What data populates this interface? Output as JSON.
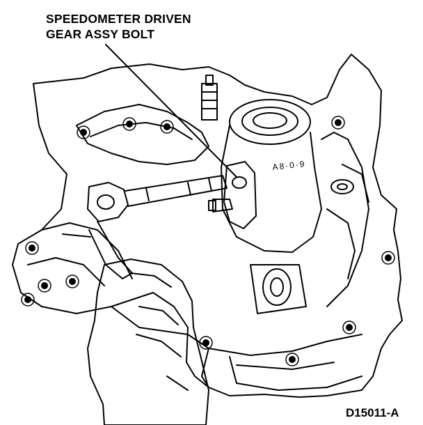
{
  "callout": {
    "line1": "SPEEDOMETER DRIVEN",
    "line2": "GEAR ASSY BOLT"
  },
  "figure_id": "D15011-A",
  "case_marking": "A8·0·9",
  "colors": {
    "ink": "#000000",
    "paper": "#ffffff"
  }
}
